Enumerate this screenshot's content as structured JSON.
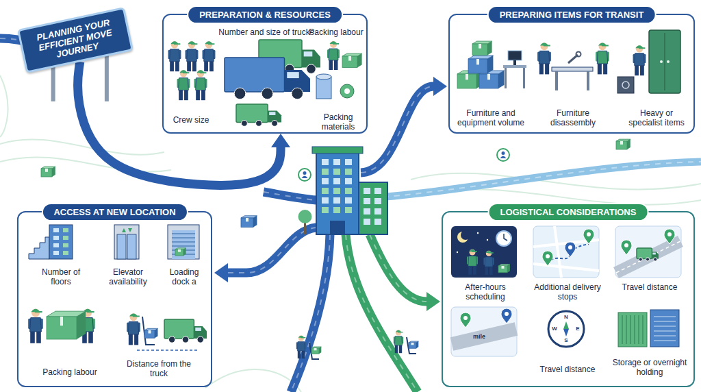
{
  "diagram": {
    "nodes": [
      {
        "text": [
          "PLANNING YOUR EFFICIENT MOVE JOURNEY"
        ]
      },
      {
        "text": [
          "PREPARATION & RESOURCES",
          "Number and size of trucks",
          "Packing labour",
          "Crew size",
          "Packing materials"
        ]
      },
      {
        "text": [
          "PREPARING ITEMS FOR TRANSIT",
          "Furniture and equipment volume",
          "Furniture disassembly",
          "Heavy or specialist items"
        ]
      },
      {
        "text": [
          "ACCESS AT NEW LOCATION",
          "Number of floors",
          "Elevator availability",
          "Loading dock a",
          "Packing labour",
          "Distance from the truck"
        ]
      },
      {
        "text": [
          "LOGISTICAL CONSIDERATIONS",
          "After-hours scheduling",
          "Additional delivery stops",
          "Travel distance",
          "Travel distance",
          "Storage or overnight holding"
        ]
      }
    ],
    "edges": [
      {
        "from": 0,
        "to": 1,
        "arrow": "to"
      }
    ],
    "labels": [
      "mile",
      "N",
      "E",
      "S",
      "W"
    ]
  }
}
